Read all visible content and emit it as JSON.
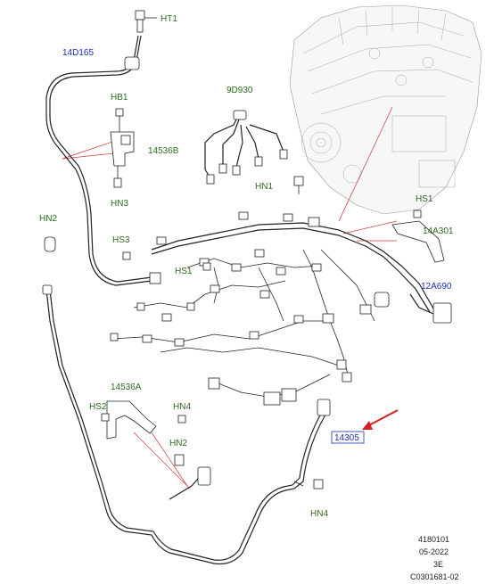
{
  "labels": {
    "ht1": "HT1",
    "p14d165": "14D165",
    "hb1": "HB1",
    "p14536b": "14536B",
    "hn3": "HN3",
    "p9d930": "9D930",
    "hn1": "HN1",
    "hs1_top": "HS1",
    "p14a301": "14A301",
    "hn2_left": "HN2",
    "hs3": "HS3",
    "hs1_mid": "HS1",
    "p12a690": "12A690",
    "p14536a": "14536A",
    "hs2": "HS2",
    "hn4_mid": "HN4",
    "hn2_low": "HN2",
    "p14305": "14305",
    "hn4_low": "HN4"
  },
  "footer": {
    "line1": "4180101",
    "line2": "05-2022",
    "line3": "3E",
    "line4": "C0301681-02"
  },
  "colors": {
    "fastener_label": "#2e6b1f",
    "part_label": "#1a2fb0",
    "leader": "#d33a3a",
    "arrow": "#d32020"
  }
}
